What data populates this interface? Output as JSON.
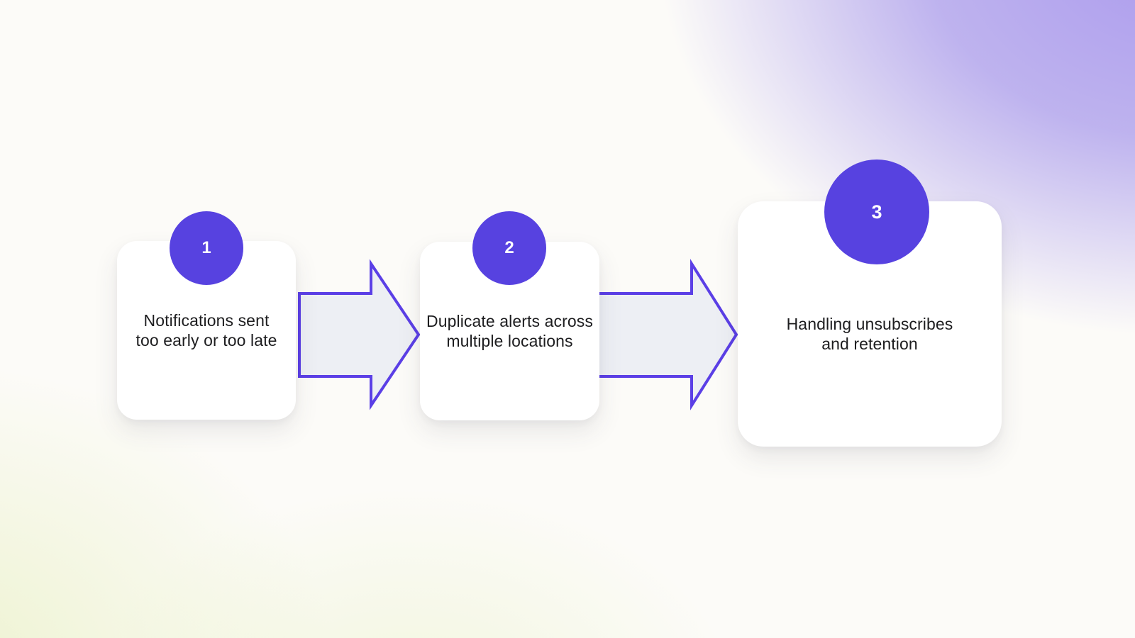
{
  "diagram": {
    "type": "process-flow",
    "direction": "left-to-right",
    "steps": [
      {
        "number": "1",
        "label": "Notifications sent too early or too late",
        "lines": [
          "Notifications sent",
          "too early or too late"
        ]
      },
      {
        "number": "2",
        "label": "Duplicate alerts across multiple locations",
        "lines": [
          "Duplicate alerts across",
          "multiple locations"
        ]
      },
      {
        "number": "3",
        "label": "Handling unsubscribes and retention",
        "lines": [
          "Handling unsubscribes",
          "and retention"
        ]
      }
    ],
    "connectors": [
      {
        "from": "1",
        "to": "2",
        "shape": "block-arrow-right"
      },
      {
        "from": "2",
        "to": "3",
        "shape": "block-arrow-right"
      }
    ]
  },
  "colors": {
    "accent": "#5742e0",
    "arrow_stroke": "#5b3fe6",
    "arrow_fill": "#edeff4",
    "card_bg": "#ffffff",
    "text": "#1d1d1f",
    "bg_base": "#fcfbf8",
    "bg_glow_top_right": "#b3a6ed",
    "bg_glow_bottom_left": "#eef3d4"
  }
}
